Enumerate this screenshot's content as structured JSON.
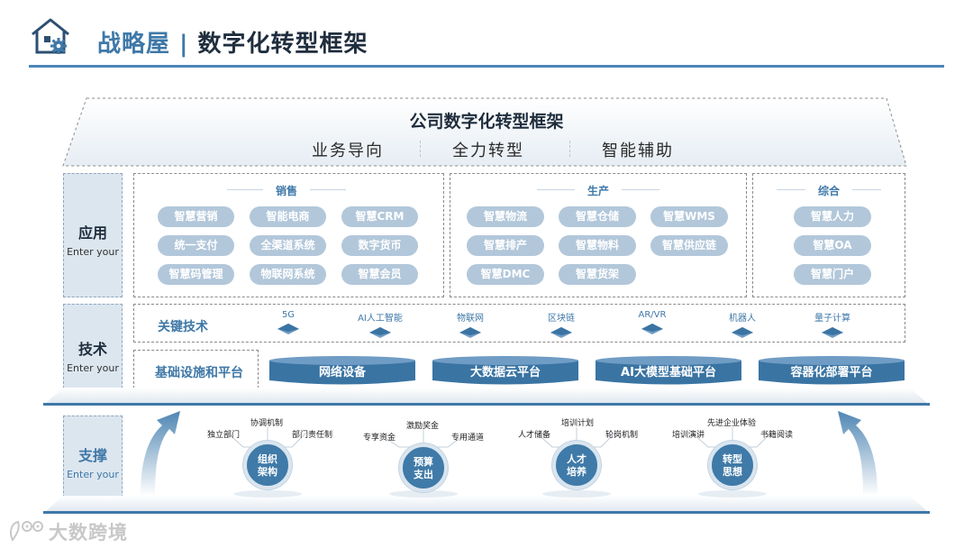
{
  "header": {
    "title_part1": "战略屋",
    "separator": "|",
    "title_part2": "数字化转型框架"
  },
  "roof": {
    "title": "公司数字化转型框架",
    "subtitles": [
      "业务导向",
      "全力转型",
      "智能辅助"
    ]
  },
  "layers": {
    "application": {
      "cn": "应用",
      "en": "Enter your"
    },
    "technology": {
      "cn": "技术",
      "en": "Enter your"
    },
    "support": {
      "cn": "支撑",
      "en": "Enter your"
    }
  },
  "application": {
    "sales": {
      "label": "销售",
      "items": [
        "智慧营销",
        "智能电商",
        "智慧CRM",
        "统一支付",
        "全渠道系统",
        "数字货币",
        "智慧码管理",
        "物联网系统",
        "智慧会员"
      ]
    },
    "production": {
      "label": "生产",
      "items": [
        "智慧物流",
        "智慧仓储",
        "智慧WMS",
        "智慧排产",
        "智慧物料",
        "智慧供应链",
        "智慧DMC",
        "智慧货架"
      ]
    },
    "general": {
      "label": "综合",
      "items": [
        "智慧人力",
        "智慧OA",
        "智慧门户"
      ]
    }
  },
  "technology": {
    "key_label": "关键技术",
    "key_items": [
      "5G",
      "AI人工智能",
      "物联网",
      "区块链",
      "AR/VR",
      "机器人",
      "量子计算"
    ],
    "infra_label": "基础设施和平台",
    "platforms": [
      "网络设备",
      "大数据云平台",
      "AI大模型基础平台",
      "容器化部署平台"
    ]
  },
  "support": {
    "nodes": [
      {
        "center": [
          "组织",
          "架构"
        ],
        "labels": [
          "协调机制",
          "独立部门",
          "部门责任制"
        ]
      },
      {
        "center": [
          "预算",
          "支出"
        ],
        "labels": [
          "激励奖金",
          "专享资金",
          "专用通道"
        ]
      },
      {
        "center": [
          "人才",
          "培养"
        ],
        "labels": [
          "培训计划",
          "人才储备",
          "轮岗机制"
        ]
      },
      {
        "center": [
          "转型",
          "思想"
        ],
        "labels": [
          "先进企业体验",
          "培训演讲",
          "书籍阅读"
        ]
      }
    ]
  },
  "watermark": {
    "text": "大数跨境"
  },
  "colors": {
    "accent": "#3f78a8",
    "pill": "#b2c7da",
    "cylinder": "#3a74a3",
    "side_label_bg": "#dce6ef"
  }
}
